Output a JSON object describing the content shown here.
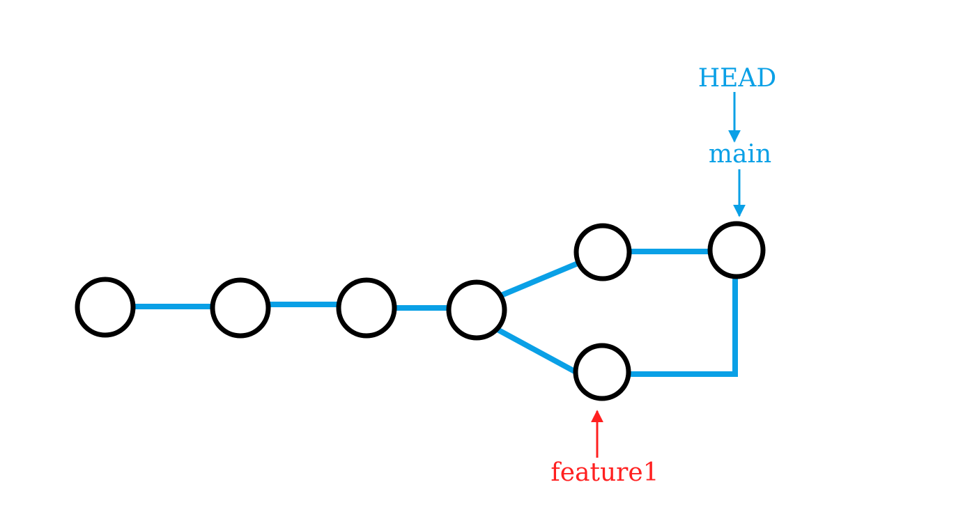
{
  "colors": {
    "edge": "#0aa0e6",
    "commit_outline": "#000000",
    "commit_fill": "#ffffff",
    "head_label": "#0aa0e6",
    "main_label": "#0aa0e6",
    "feature1_label": "#ff2020",
    "arrow_blue": "#0aa0e6",
    "arrow_red": "#ff2020"
  },
  "labels": {
    "head": "HEAD",
    "main": "main",
    "feature1": "feature1"
  }
}
